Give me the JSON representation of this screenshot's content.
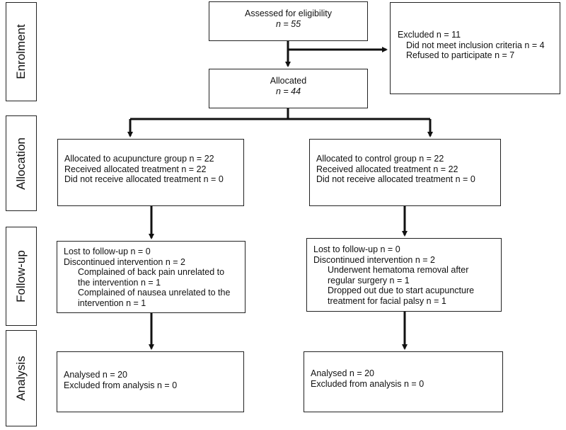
{
  "stages": {
    "enrolment": "Enrolment",
    "allocation": "Allocation",
    "follow_up": "Follow-up",
    "analysis": "Analysis"
  },
  "assessed": {
    "label": "Assessed for eligibility",
    "n": "n = 55"
  },
  "excluded": {
    "label": "Excluded n = 11",
    "items": [
      "Did not meet inclusion criteria n = 4",
      "Refused to participate n = 7"
    ]
  },
  "allocated": {
    "label": "Allocated",
    "n": "n = 44"
  },
  "left": {
    "allocation": [
      "Allocated to acupuncture group n = 22",
      "Received allocated treatment n = 22",
      "Did not receive allocated treatment n = 0"
    ],
    "followup": {
      "lines": [
        "Lost to follow-up n = 0",
        "Discontinued intervention n = 2"
      ],
      "sub": [
        "Complained of back pain unrelated to",
        "the intervention n = 1",
        "Complained of nausea unrelated to the",
        "intervention n = 1"
      ]
    },
    "analysis": [
      "Analysed n = 20",
      "Excluded from analysis n = 0"
    ]
  },
  "right": {
    "allocation": [
      "Allocated to control group n = 22",
      "Received allocated treatment n = 22",
      "Did not receive allocated treatment n = 0"
    ],
    "followup": {
      "lines": [
        "Lost to follow-up n = 0",
        "Discontinued intervention n = 2"
      ],
      "sub": [
        "Underwent hematoma removal after",
        "regular surgery n = 1",
        "Dropped out due to start acupuncture",
        "treatment for facial palsy n = 1"
      ]
    },
    "analysis": [
      "Analysed n = 20",
      "Excluded from analysis n = 0"
    ]
  }
}
